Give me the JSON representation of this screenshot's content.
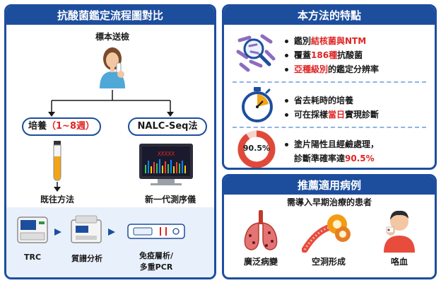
{
  "left": {
    "title": "抗酸菌鑑定流程圖對比",
    "specimen_label": "標本送檢",
    "culture_label": "培養（1~8週）",
    "nalc_label": "NALC-Seq法",
    "traditional_label": "既往方法",
    "ngs_label": "新一代測序儀",
    "methods": [
      "TRC",
      "質譜分析",
      "免疫層析/",
      "多重PCR"
    ],
    "ngs_screen_text": "XXXXX"
  },
  "features": {
    "title": "本方法的特點",
    "g1": [
      {
        "pre": "鑑別",
        "hl": "結核菌與NTM",
        "post": ""
      },
      {
        "pre": "覆蓋",
        "hl": "186種",
        "post": "抗酸菌"
      },
      {
        "pre": "",
        "hl": "亞種級別",
        "post": "的鑑定分辨率"
      }
    ],
    "g2": [
      {
        "pre": "省去耗時的培養",
        "hl": "",
        "post": ""
      },
      {
        "pre": "可在採樣",
        "hl": "當日",
        "post": "實現診斷"
      }
    ],
    "g3_line1": "塗片陽性且經鹼處理，",
    "g3_line2_pre": "診斷準確率達",
    "g3_line2_hl": "90.5%",
    "donut_label": "90.5%",
    "donut_value": 0.905
  },
  "recommend": {
    "title": "推薦適用病例",
    "subtitle": "需導入早期治療的患者",
    "cases": [
      "廣泛病變",
      "空洞形成",
      "咯血"
    ]
  },
  "colors": {
    "primary": "#1d4e9e",
    "accent": "#e02424",
    "culture": "#f2a516"
  }
}
